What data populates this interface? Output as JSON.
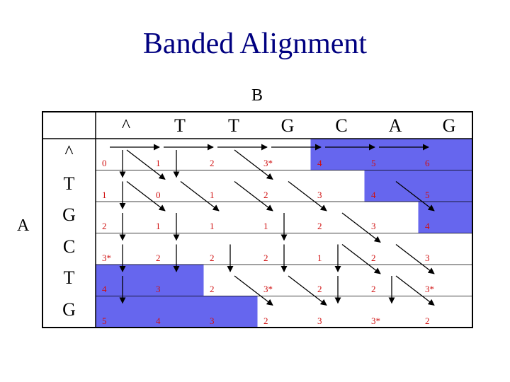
{
  "title": "Banded Alignment",
  "seq_b_label": "B",
  "seq_a_label": "A",
  "col_headers": [
    "^",
    "T",
    "T",
    "G",
    "C",
    "A",
    "G"
  ],
  "row_headers": [
    "^",
    "T",
    "G",
    "C",
    "T",
    "G"
  ],
  "matrix": [
    [
      "0",
      "1",
      "2",
      "3*",
      "4",
      "5",
      "6"
    ],
    [
      "1",
      "0",
      "1",
      "2",
      "3",
      "4",
      "5"
    ],
    [
      "2",
      "1",
      "1",
      "1",
      "2",
      "3",
      "4"
    ],
    [
      "3*",
      "2",
      "2",
      "2",
      "1",
      "2",
      "3"
    ],
    [
      "4",
      "3",
      "2",
      "3*",
      "2",
      "2",
      "3*"
    ],
    [
      "5",
      "4",
      "3",
      "2",
      "3",
      "3*",
      "2"
    ]
  ],
  "shaded_cells": [
    [
      0,
      4
    ],
    [
      0,
      5
    ],
    [
      0,
      6
    ],
    [
      1,
      5
    ],
    [
      1,
      6
    ],
    [
      2,
      6
    ],
    [
      4,
      0
    ],
    [
      4,
      1
    ],
    [
      5,
      0
    ],
    [
      5,
      1
    ],
    [
      5,
      2
    ]
  ],
  "arrows": {
    "horizontal": [
      [
        0,
        0
      ],
      [
        0,
        1
      ],
      [
        0,
        2
      ],
      [
        0,
        3
      ],
      [
        0,
        4
      ],
      [
        0,
        5
      ]
    ],
    "vertical": [
      [
        0,
        0
      ],
      [
        1,
        0
      ],
      [
        2,
        0
      ],
      [
        3,
        0
      ],
      [
        4,
        0
      ],
      [
        0,
        1
      ],
      [
        2,
        1
      ],
      [
        3,
        1
      ],
      [
        3,
        2
      ],
      [
        2,
        3
      ],
      [
        3,
        3
      ],
      [
        3,
        4
      ],
      [
        4,
        4
      ],
      [
        4,
        5
      ]
    ],
    "diagonal": [
      [
        0,
        0
      ],
      [
        1,
        0
      ],
      [
        0,
        2
      ],
      [
        1,
        1
      ],
      [
        1,
        2
      ],
      [
        1,
        3
      ],
      [
        1,
        5
      ],
      [
        2,
        4
      ],
      [
        3,
        4
      ],
      [
        3,
        5
      ],
      [
        4,
        2
      ],
      [
        4,
        3
      ],
      [
        4,
        5
      ]
    ]
  },
  "colors": {
    "band_fill": "#6666ee",
    "values": "#d01010",
    "title": "#000080",
    "grid": "#000000"
  }
}
